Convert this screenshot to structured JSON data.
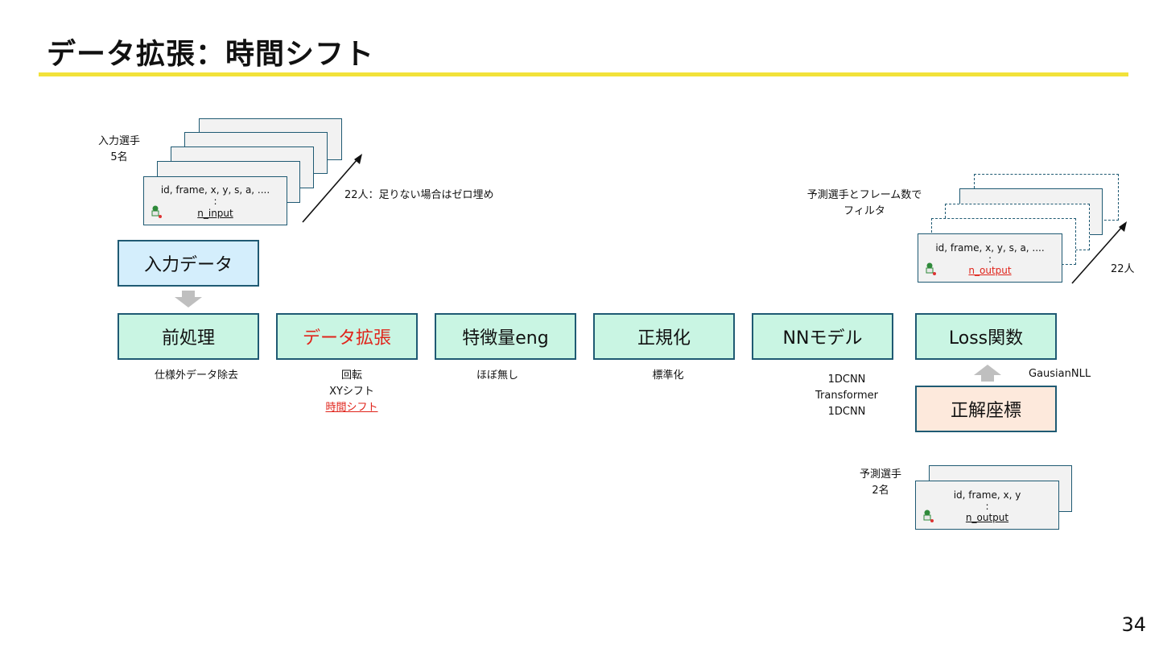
{
  "slide": {
    "title": "データ拡張：時間シフト",
    "page_number": "34"
  },
  "input_section": {
    "label_line1": "入力選手",
    "label_line2": "5名",
    "card_line1": "id, frame, x, y, s, a, ....",
    "card_line2": ":",
    "card_line3": "n_input",
    "arrow_label": "22人：足りない場合はゼロ埋め",
    "box_label": "入力データ"
  },
  "pipeline": [
    {
      "label": "前処理",
      "note": [
        "仕様外データ除去"
      ]
    },
    {
      "label": "データ拡張",
      "note": [
        "回転",
        "XYシフト"
      ],
      "note_link": "時間シフト"
    },
    {
      "label": "特徴量eng",
      "note": [
        "ほぼ無し"
      ]
    },
    {
      "label": "正規化",
      "note": [
        "標準化"
      ]
    },
    {
      "label": "NNモデル",
      "note": [
        "1DCNN",
        "Transformer",
        "1DCNN"
      ]
    },
    {
      "label": "Loss関数",
      "note": [
        "GausianNLL"
      ]
    }
  ],
  "output_section": {
    "filter_label_line1": "予測選手とフレーム数で",
    "filter_label_line2": "フィルタ",
    "card_line1": "id, frame, x, y, s, a, ....",
    "card_line2": ":",
    "card_line3": "n_output",
    "arrow_label": "22人"
  },
  "target_section": {
    "box_label": "正解座標",
    "label_line1": "予測選手",
    "label_line2": "2名",
    "card_line1": "id, frame, x, y",
    "card_line2": ":",
    "card_line3": "n_output"
  },
  "colors": {
    "accent_rule": "#f2e23a",
    "stage_fill": "#c9f5e3",
    "stage_border": "#1f5a73",
    "input_fill": "#d4eefc",
    "target_fill": "#fde9dc",
    "highlight_red": "#e0241b"
  }
}
